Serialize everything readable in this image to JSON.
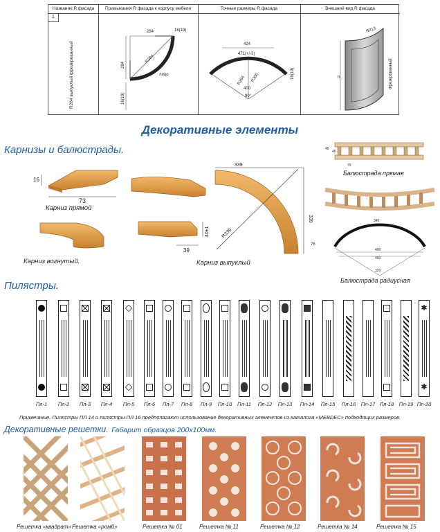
{
  "table": {
    "headers": [
      "Название R фасада",
      "Примыкания R фасада к корпусу мебели",
      "Точные размеры R фасада",
      "Внешний вид R фасада"
    ],
    "row_number": "1",
    "row_name": "R284 выпуклый фрезерованный",
    "dims_junction": {
      "w": "284",
      "t": "16(19)",
      "h": "284",
      "r": "R284",
      "face": "лицо",
      "b": "16(19)"
    },
    "dims_exact": {
      "w": "424",
      "arc": "471(+/-3)",
      "r1": "R284",
      "r2": "R300",
      "chord": "400",
      "t": "16(19)",
      "angle": "90°"
    },
    "dims_view": {
      "r": "R213",
      "h": "h",
      "type": "Фрезерованный"
    }
  },
  "title": "Декоративные элементы",
  "cornices": {
    "heading": "Карнизы и балюстрады.",
    "straight": {
      "label": "Карниз прямой",
      "h": "16",
      "w": "73"
    },
    "concave": {
      "label": "Карниз вогнутый."
    },
    "convex": {
      "label": "Карниз выпуклый",
      "w": "339",
      "h": "339",
      "r": "R339",
      "side": "76",
      "p1": "40±1",
      "p2": "39"
    },
    "bal_straight": {
      "label": "Балюстрада прямая",
      "d1": "45",
      "d2": "45",
      "d3": "70"
    },
    "bal_radius": {
      "label": "Балюстрада радиусная",
      "d1": "340",
      "d2": "400",
      "d3": "450",
      "d4": "320"
    }
  },
  "pilasters": {
    "heading": "Пилястры.",
    "labels": [
      "Пл-1",
      "Пл-2",
      "Пл-3",
      "Пл-4",
      "Пл-5",
      "Пл-6",
      "Пл-7",
      "Пл-8",
      "Пл-9",
      "Пл-10",
      "Пл-11",
      "Пл-12",
      "Пл-13",
      "Пл-14",
      "Пл-15",
      "Пл-16",
      "Пл-17",
      "Пл-18",
      "Пл-19",
      "Пл-20"
    ],
    "note": "Примечание. Пилястры ПЛ 14 и пилястры ПЛ 16 предполагают использование декоративных элементов из каталога «MEBDEC» подходящих размеров."
  },
  "grilles": {
    "heading": "Декоративные решетки.",
    "heading_extra": "Габарит образцов 200х100мм.",
    "labels": [
      "Решетка «квадрат»",
      "Решетка «ромб»",
      "Решетка № 01",
      "Решетка № 11",
      "Решетка № 12",
      "Решетка № 14",
      "Решетка № 15"
    ]
  }
}
